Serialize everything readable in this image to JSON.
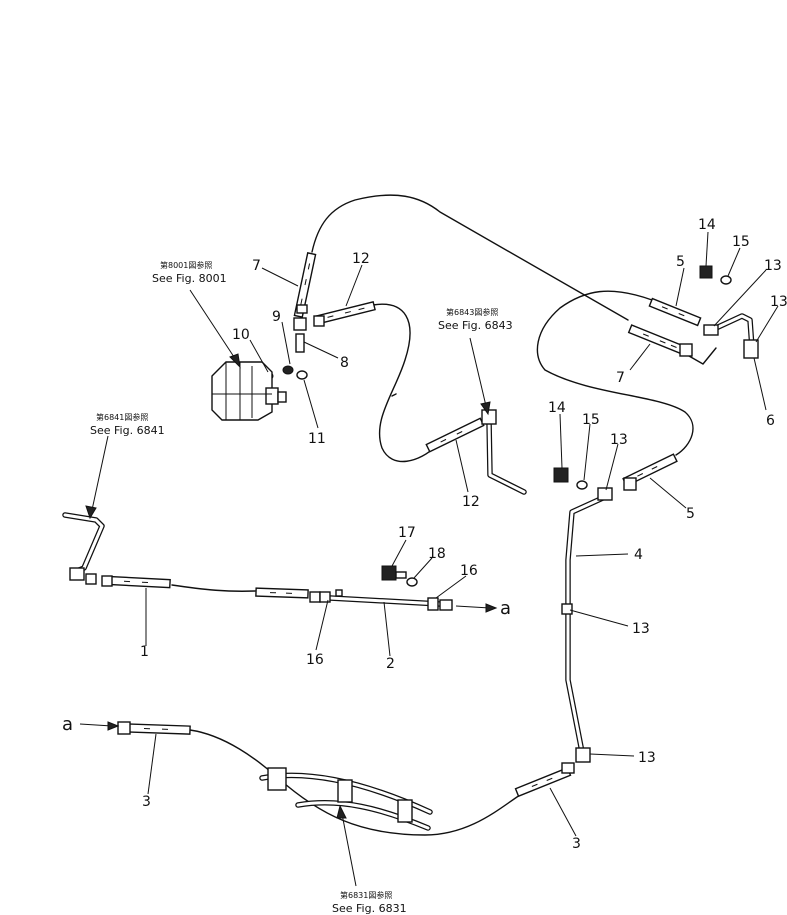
{
  "parts": [
    {
      "id": "p1",
      "label": "1"
    },
    {
      "id": "p2",
      "label": "2"
    },
    {
      "id": "p3a",
      "label": "3"
    },
    {
      "id": "p3b",
      "label": "3"
    },
    {
      "id": "p4",
      "label": "4"
    },
    {
      "id": "p5a",
      "label": "5"
    },
    {
      "id": "p5b",
      "label": "5"
    },
    {
      "id": "p6",
      "label": "6"
    },
    {
      "id": "p7a",
      "label": "7"
    },
    {
      "id": "p7b",
      "label": "7"
    },
    {
      "id": "p8",
      "label": "8"
    },
    {
      "id": "p9",
      "label": "9"
    },
    {
      "id": "p10",
      "label": "10"
    },
    {
      "id": "p11",
      "label": "11"
    },
    {
      "id": "p12a",
      "label": "12"
    },
    {
      "id": "p12b",
      "label": "12"
    },
    {
      "id": "p13a",
      "label": "13"
    },
    {
      "id": "p13b",
      "label": "13"
    },
    {
      "id": "p13c",
      "label": "13"
    },
    {
      "id": "p13d",
      "label": "13"
    },
    {
      "id": "p13e",
      "label": "13"
    },
    {
      "id": "p14a",
      "label": "14"
    },
    {
      "id": "p14b",
      "label": "14"
    },
    {
      "id": "p15a",
      "label": "15"
    },
    {
      "id": "p15b",
      "label": "15"
    },
    {
      "id": "p16a",
      "label": "16"
    },
    {
      "id": "p16b",
      "label": "16"
    },
    {
      "id": "p17",
      "label": "17"
    },
    {
      "id": "p18",
      "label": "18"
    }
  ],
  "references": {
    "fig8001": {
      "jp": "第8001図参照",
      "en": "See Fig. 8001"
    },
    "fig6843": {
      "jp": "第6843図参照",
      "en": "See Fig. 6843"
    },
    "fig6841": {
      "jp": "第6841図参照",
      "en": "See Fig. 6841"
    },
    "fig6831": {
      "jp": "第6831図参照",
      "en": "See Fig. 6831"
    }
  },
  "connectors": {
    "a_out": "a",
    "a_in": "a"
  }
}
